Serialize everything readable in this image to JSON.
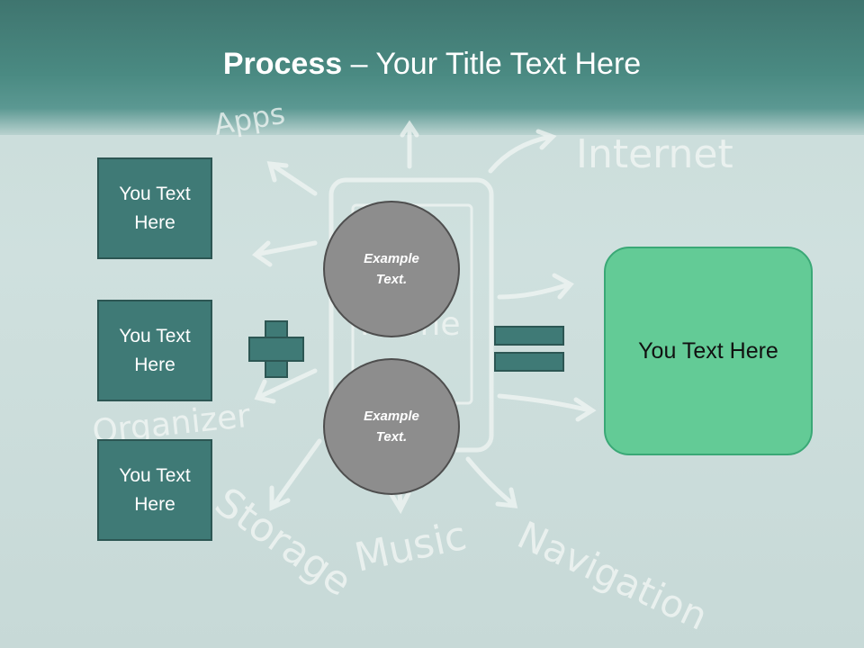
{
  "slide": {
    "title_bold": "Process",
    "title_rest": " – Your Title Text Here"
  },
  "background_words": {
    "internet": "Internet",
    "music": "Music",
    "navigation": "Navigation",
    "storage": "Storage",
    "organizer": "Organizer",
    "phone": "Phone",
    "apps": "Apps"
  },
  "left_boxes": [
    {
      "label": "You Text Here"
    },
    {
      "label": "You Text Here"
    },
    {
      "label": "You Text Here"
    }
  ],
  "circles": [
    {
      "label": "Example Text."
    },
    {
      "label": "Example Text."
    }
  ],
  "result": {
    "label": "You Text Here"
  },
  "colors": {
    "header": "#4a8a82",
    "box": "#3f7a76",
    "result": "#63cb96",
    "circle": "#8d8d8d"
  }
}
